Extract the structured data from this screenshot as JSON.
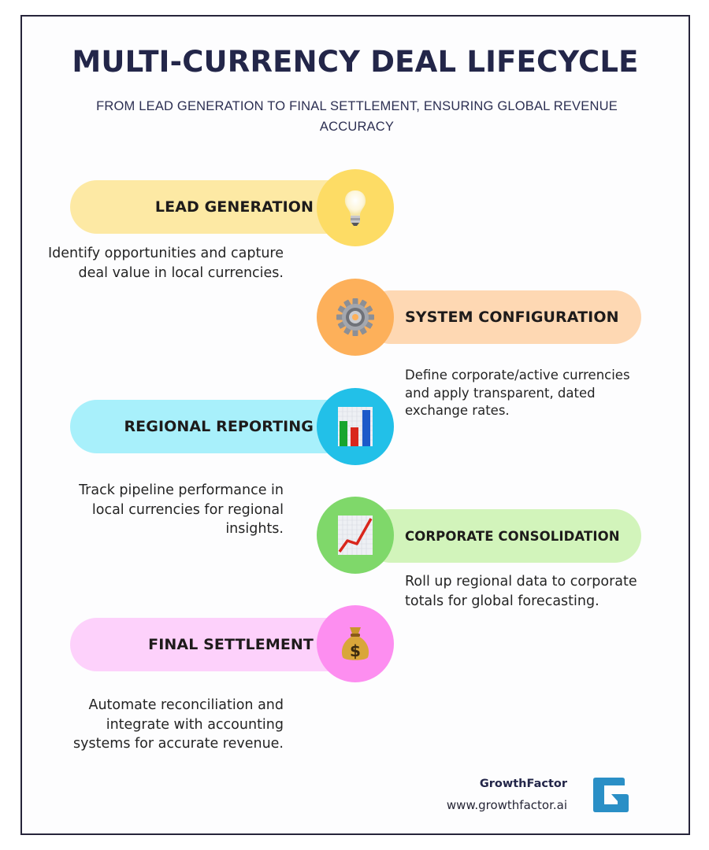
{
  "header": {
    "title": "MULTI-CURRENCY DEAL LIFECYCLE",
    "subtitle": "FROM LEAD GENERATION TO FINAL SETTLEMENT, ENSURING GLOBAL REVENUE ACCURACY"
  },
  "steps": [
    {
      "label": "LEAD GENERATION",
      "description": "Identify opportunities and capture deal value in local currencies.",
      "icon": "lightbulb-icon",
      "side": "left",
      "pill_color": "#fde9a4",
      "circle_color": "#fddc65"
    },
    {
      "label": "SYSTEM CONFIGURATION",
      "description": "Define corporate/active currencies and apply transparent, dated exchange rates.",
      "icon": "gear-icon",
      "side": "right",
      "pill_color": "#fed8b3",
      "circle_color": "#fdb05a"
    },
    {
      "label": "REGIONAL REPORTING",
      "description": "Track pipeline performance in local currencies for regional insights.",
      "icon": "bar-chart-icon",
      "side": "left",
      "pill_color": "#a8f0fb",
      "circle_color": "#22c0e8"
    },
    {
      "label": "CORPORATE CONSOLIDATION",
      "description": "Roll up regional data to corporate totals for global forecasting.",
      "icon": "trending-up-chart-icon",
      "side": "right",
      "pill_color": "#d2f4bb",
      "circle_color": "#7fd86a"
    },
    {
      "label": "FINAL SETTLEMENT",
      "description": "Automate reconciliation and integrate with accounting systems for accurate revenue.",
      "icon": "money-bag-icon",
      "side": "left",
      "pill_color": "#fdd1fb",
      "circle_color": "#fd8ef0"
    }
  ],
  "footer": {
    "brand": "GrowthFactor",
    "url": "www.growthfactor.ai",
    "logo_color": "#2a8fc6",
    "logo_icon": "growthfactor-g-logo-icon"
  }
}
